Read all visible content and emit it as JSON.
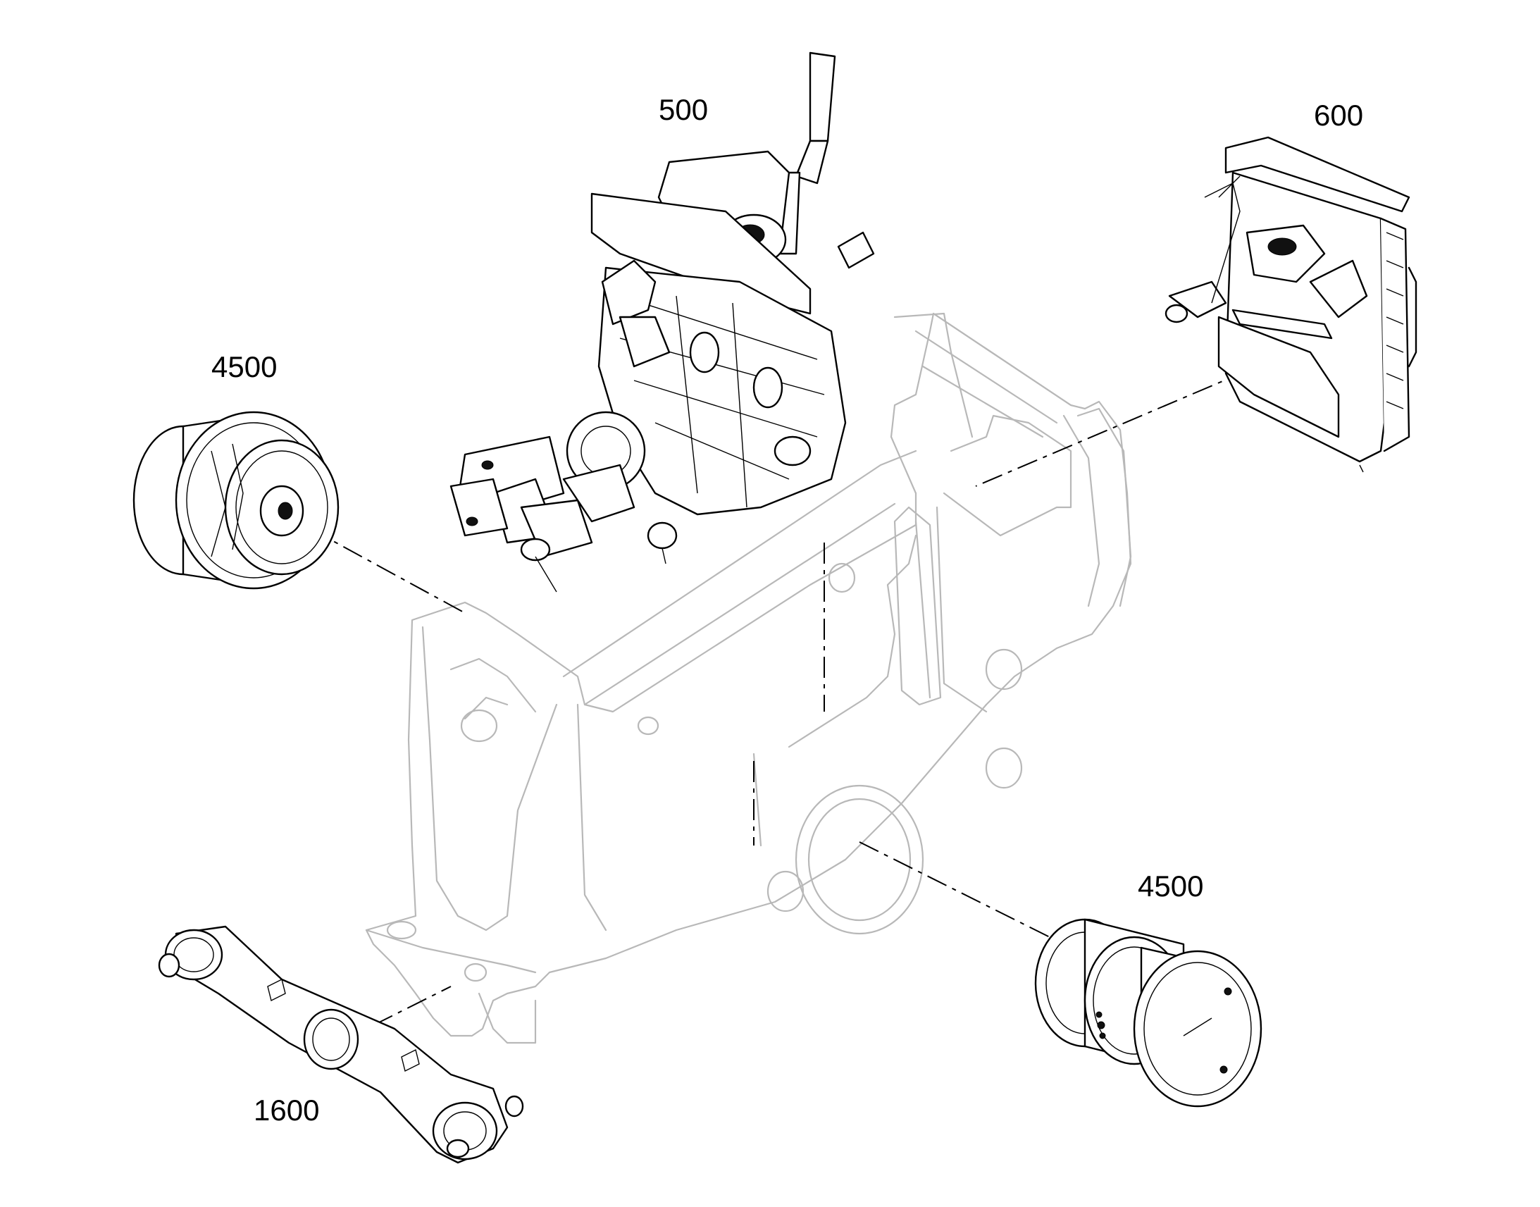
{
  "callouts": {
    "engine": "500",
    "cooler": "600",
    "drive_left": "4500",
    "drive_right": "4500",
    "axle_beam": "1600"
  },
  "colors": {
    "part_line": "#000000",
    "frame_line": "#b8b8b8",
    "background": "#ffffff"
  }
}
